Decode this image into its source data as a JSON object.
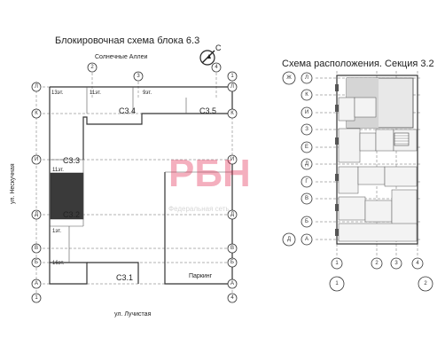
{
  "left_plan": {
    "title": "Блокировочная схема блока 6.3",
    "street_top": "Солнечные Аллеи",
    "street_bottom": "ул. Лучистая",
    "street_left": "ул. Нескучная",
    "north_label": "С",
    "parking": "Паркинг",
    "sections": [
      "С3.4",
      "С3.5",
      "С3.3",
      "С3.2",
      "С3.1"
    ],
    "floors": [
      "13эт.",
      "11эт.",
      "9эт.",
      "11эт.",
      "1эт.",
      "16эт."
    ],
    "axis_top": [
      "2",
      "3",
      "4",
      "1"
    ],
    "axis_left": [
      "Л",
      "К",
      "И",
      "Д",
      "В",
      "Б",
      "А"
    ],
    "axis_right": [
      "Л",
      "К",
      "И",
      "Д",
      "В",
      "Б",
      "А"
    ],
    "axis_bottom": [
      "1",
      "4"
    ]
  },
  "right_plan": {
    "title": "Схема расположения. Секция 3.2",
    "axis_left_outer": [
      "Ж",
      "Д"
    ],
    "axis_left": [
      "Л",
      "К",
      "И",
      "З",
      "Е",
      "Д",
      "Г",
      "В",
      "Б",
      "А"
    ],
    "axis_bottom": [
      "1",
      "2",
      "3",
      "4"
    ],
    "axis_bottom_2": [
      "1",
      "2"
    ]
  },
  "watermark": {
    "logo": "РБН",
    "subtitle": "Федеральная сеть"
  }
}
